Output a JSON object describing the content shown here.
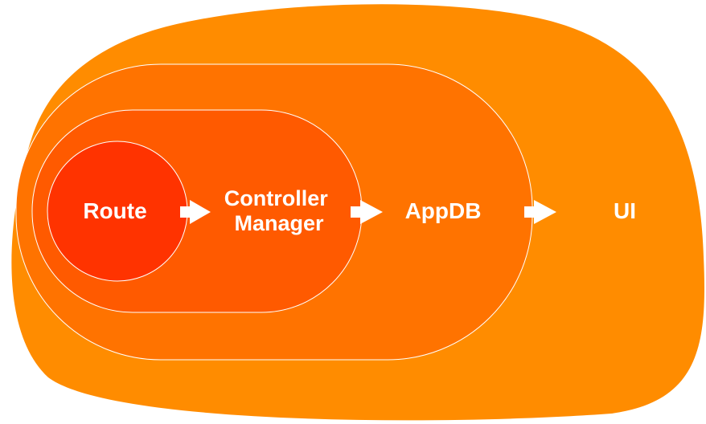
{
  "diagram": {
    "layers": [
      {
        "id": "ui",
        "label": "UI",
        "color": "#FF8C00"
      },
      {
        "id": "appdb",
        "label": "AppDB",
        "color": "#FF7300"
      },
      {
        "id": "controller_manager",
        "label_lines": [
          "Controller",
          "Manager"
        ],
        "color": "#FF5A00"
      },
      {
        "id": "route",
        "label": "Route",
        "color": "#FF3300"
      }
    ],
    "stroke_color": "#FFFFFF",
    "arrow_color": "#FFFFFF",
    "flow": [
      "Route",
      "Controller Manager",
      "AppDB",
      "UI"
    ]
  }
}
